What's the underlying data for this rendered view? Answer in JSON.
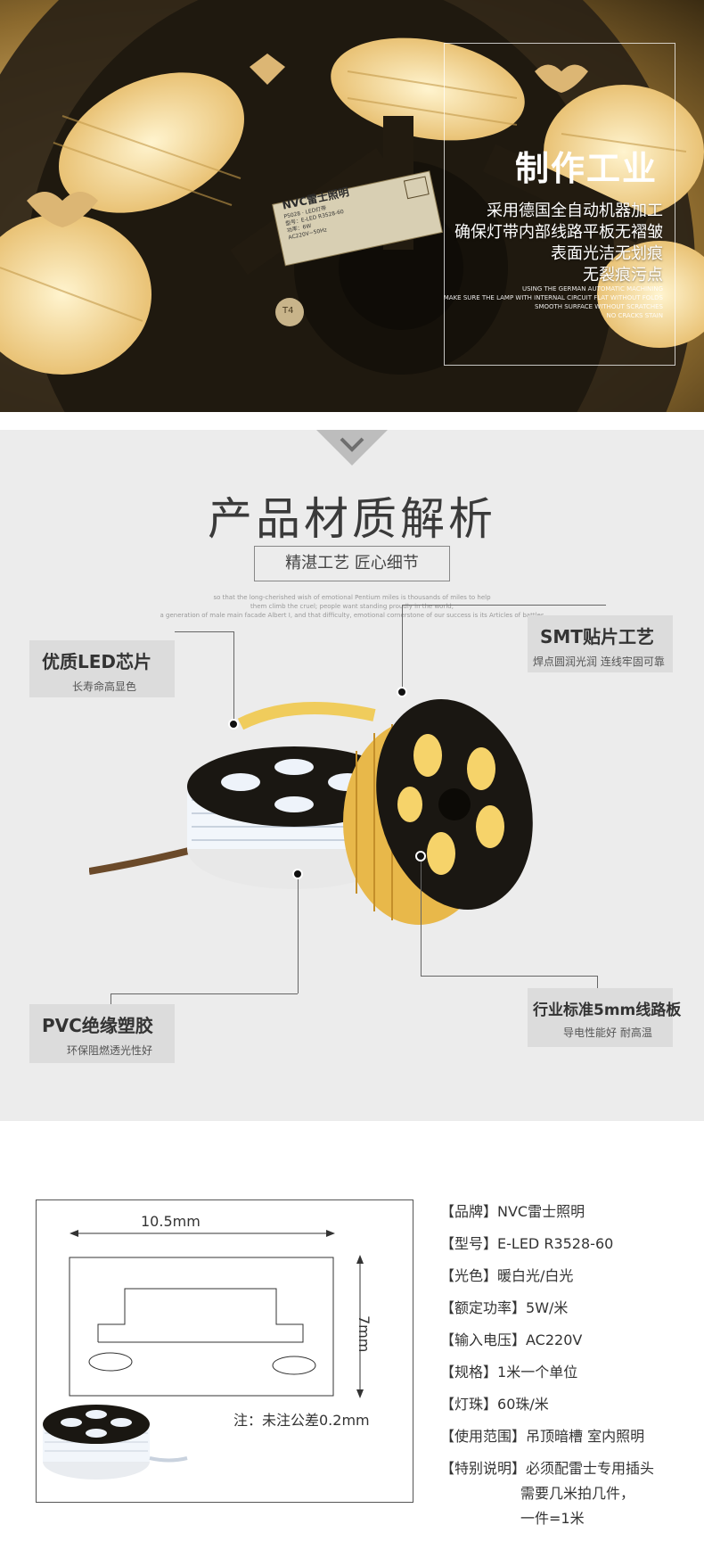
{
  "hero": {
    "title": "制作工业",
    "lines": [
      "采用德国全自动机器加工",
      "确保灯带内部线路平板无褶皱",
      "表面光洁无划痕",
      "无裂痕污点"
    ],
    "en_lines": [
      "USING THE GERMAN AUTOMATIC MACHINING",
      "MAKE SURE THE LAMP WITH INTERNAL CIRCUIT FLAT WITHOUT FOLDS",
      "SMOOTH SURFACE WITHOUT SCRATCHES",
      "NO CRACKS STAIN"
    ],
    "label_brand": "NVC雷士照明",
    "label_lines": [
      "P5028 · LED灯带",
      "型号：E-LED R3528-60",
      "功率：6W",
      "AC220V~50Hz"
    ],
    "reel_mark": "T4"
  },
  "materials": {
    "title": "产品材质解析",
    "subtitle": "精湛工艺 匠心细节",
    "en_lines": [
      "so that the long-cherished wish of emotional Pentium miles is thousands of miles to help",
      "them climb the cruel; people want standing proudly in the world,",
      "a generation of male main facade Albert I, and that difficulty, emotional cornerstone of our success is its Articles of battles"
    ],
    "features": {
      "led": {
        "title": "优质LED芯片",
        "sub": "长寿命高显色"
      },
      "smt": {
        "title": "SMT贴片工艺",
        "sub": "焊点圆润光润 连线牢固可靠"
      },
      "pvc": {
        "title": "PVC绝缘塑胶",
        "sub": "环保阻燃透光性好"
      },
      "pcb": {
        "title": "行业标准5mm线路板",
        "sub": "导电性能好 耐高温"
      }
    }
  },
  "specs": {
    "width_label": "10.5mm",
    "height_label": "7mm",
    "note": "注：未注公差0.2mm",
    "items": [
      {
        "key": "【品牌】",
        "value": "NVC雷士照明"
      },
      {
        "key": "【型号】",
        "value": "E-LED R3528-60"
      },
      {
        "key": "【光色】",
        "value": "暖白光/白光"
      },
      {
        "key": "【额定功率】",
        "value": "5W/米"
      },
      {
        "key": "【输入电压】",
        "value": "AC220V"
      },
      {
        "key": "【规格】",
        "value": "1米一个单位"
      },
      {
        "key": "【灯珠】",
        "value": "60珠/米"
      },
      {
        "key": "【使用范围】",
        "value": "吊顶暗槽 室内照明"
      },
      {
        "key": "【特别说明】",
        "value": "必须配雷士专用插头"
      }
    ],
    "extra_lines": [
      "需要几米拍几件，",
      "一件=1米"
    ]
  },
  "colors": {
    "warm_led": "#f6d36a",
    "white_led": "#f2f6fb",
    "reel_dark": "#1a1712",
    "panel_gray": "#dcdcdc",
    "section_bg": "#ececec"
  }
}
